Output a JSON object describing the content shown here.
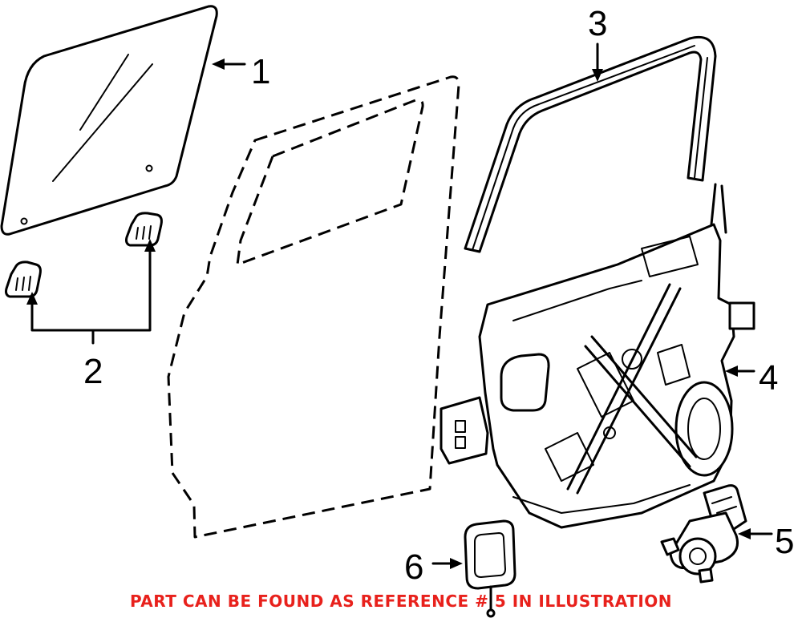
{
  "callouts": {
    "part1": "1",
    "part2": "2",
    "part3": "3",
    "part4": "4",
    "part5": "5",
    "part6": "6"
  },
  "caption": {
    "text": "PART CAN BE FOUND AS REFERENCE # 5 IN ILLUSTRATION",
    "color": "#e8211c"
  },
  "icons": [
    "door-glass-icon",
    "glass-clip-icon",
    "door-shell-outline-icon",
    "glass-run-channel-icon",
    "window-regulator-icon",
    "window-motor-icon",
    "access-cover-icon"
  ]
}
